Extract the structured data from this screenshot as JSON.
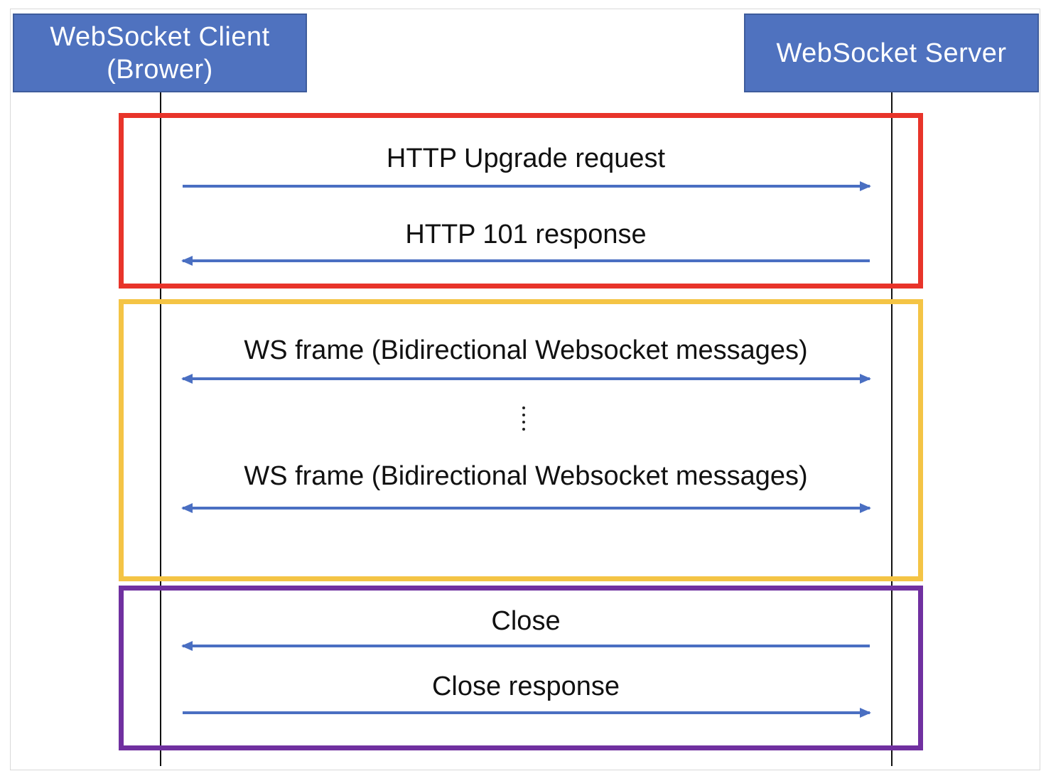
{
  "actors": {
    "client": {
      "line1": "WebSocket Client",
      "line2": "(Brower)"
    },
    "server": {
      "label": "WebSocket Server"
    }
  },
  "colors": {
    "actor_fill": "#4f72bf",
    "arrow": "#4a6fc2",
    "lifeline": "#111111",
    "handshake_border": "#e8342a",
    "data_border": "#f4c445",
    "close_border": "#7030a0"
  },
  "phases": [
    {
      "id": "handshake",
      "border_color": "#e8342a"
    },
    {
      "id": "data_transfer",
      "border_color": "#f4c445"
    },
    {
      "id": "close",
      "border_color": "#7030a0"
    }
  ],
  "messages": [
    {
      "label": "HTTP Upgrade request",
      "direction": "client-to-server"
    },
    {
      "label": "HTTP 101 response",
      "direction": "server-to-client"
    },
    {
      "label": "WS frame (Bidirectional Websocket messages)",
      "direction": "bidirectional"
    },
    {
      "label": "WS frame (Bidirectional Websocket messages)",
      "direction": "bidirectional"
    },
    {
      "label": "Close",
      "direction": "server-to-client"
    },
    {
      "label": "Close response",
      "direction": "client-to-server"
    }
  ],
  "ellipsis_icon": "vertical-ellipsis-icon"
}
